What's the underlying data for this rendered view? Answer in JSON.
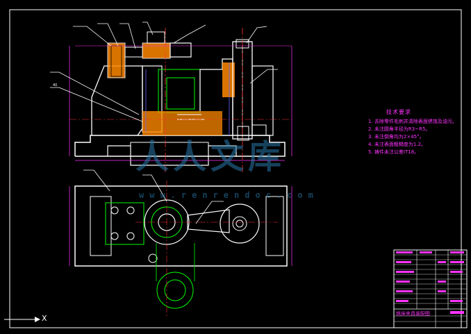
{
  "technical_notes": {
    "title": "技术要求",
    "items": [
      "1. 去除零件毛刺并清除表面锈蚀及油污。",
      "2. 未注圆角半径为R3~R5。",
      "3. 未注倒角均为2×45°。",
      "4. 未注表面粗糙度为1.2。",
      "5. 铸件未注公差IT18。"
    ]
  },
  "title_block": {
    "drawing_title": "铣床夹具装配图"
  },
  "axis": {
    "x_label": "X"
  },
  "leader_label": "40",
  "watermark": {
    "main": "人人文库",
    "url": "www.renrendoc.com"
  },
  "colors": {
    "background": "#000000",
    "outline": "#ffffff",
    "dimension": "#ff33ff",
    "center_line": "#ff3333",
    "hidden": "#00ff00",
    "section_fill": "#ff8800",
    "blue_line": "#6666ff"
  }
}
